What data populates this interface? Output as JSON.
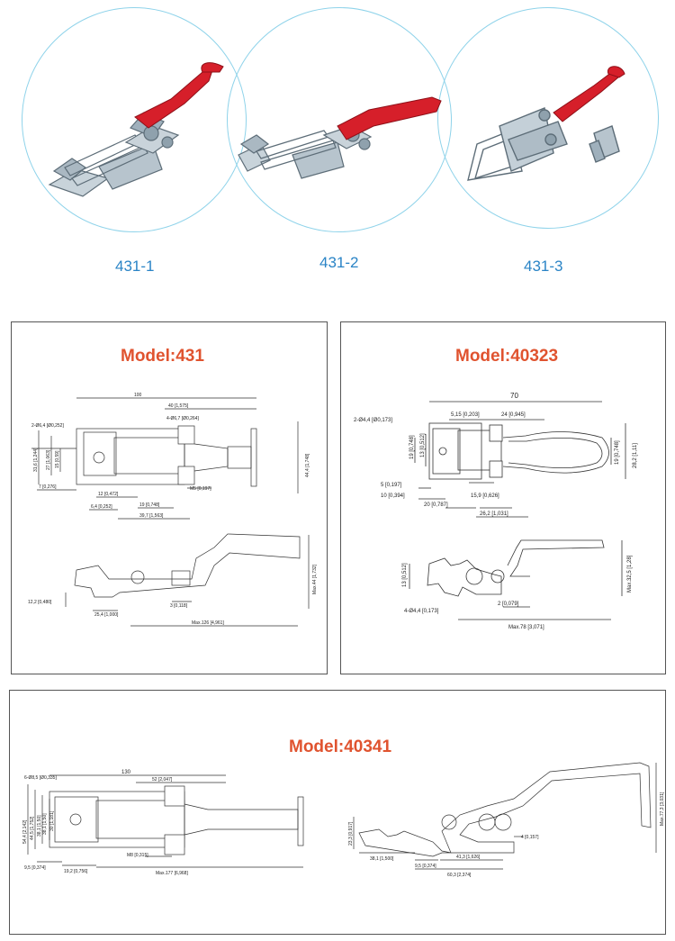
{
  "products": [
    {
      "label": "431-1"
    },
    {
      "label": "431-2"
    },
    {
      "label": "431-3"
    }
  ],
  "panels": {
    "model_431": {
      "title": "Model:431",
      "dims": {
        "d100": "100",
        "d40": "40 [1,575]",
        "hole2": "2-Ø6,4 [Ø0,252]",
        "hole4": "4-Ø6,7 [Ø0,264]",
        "h31": "31,6 [1,244]",
        "h27": "27 [1,063]",
        "h15": "15 [0,59]",
        "d7": "7 [0,276]",
        "d12": "12 [0,472]",
        "m5": "M5 [0,197]",
        "d64": "6,4 [0,252]",
        "d19": "19 [0,748]",
        "d397": "39,7 [1,563]",
        "h44": "44,4 [1,748]",
        "max44": "Max.44 [1,732]",
        "d122": "12,2 [0,480]",
        "d254": "25,4 [1,000]",
        "d3": "3 [0,118]",
        "max126": "Max.126 [4,961]"
      }
    },
    "model_40323": {
      "title": "Model:40323",
      "dims": {
        "d70": "70",
        "hole2": "2-Ø4,4 [Ø0,173]",
        "d515": "5,15 [0,203]",
        "d24": "24 [0,945]",
        "h19a": "19 [0,748]",
        "h13a": "13 [0,512]",
        "h19b": "19 [0,748]",
        "h282": "28,2 [1,11]",
        "d5": "5 [0,197]",
        "d10": "10 [0,394]",
        "d20": "20 [0,787]",
        "d159": "15,9 [0,626]",
        "d262": "26,2 [1,031]",
        "h13b": "13 [0,512]",
        "h325": "Max.32,5 [1,28]",
        "hole4": "4-Ø4,4 [0,173]",
        "d2": "2 [0,079]",
        "max78": "Max.78 [3,071]"
      }
    },
    "model_40341": {
      "title": "Model:40341",
      "dims": {
        "d130": "130",
        "d52": "52 [2,047]",
        "hole6": "6-Ø8,5 [Ø0,335]",
        "h544": "54,4 [2,142]",
        "h445": "44,5 [1,752]",
        "h381": "38,1 [1,50]",
        "h381b": "38,1 [1,50]",
        "h30": "30 [1,181]",
        "d95": "9,5 [0,374]",
        "d192": "19,2 [0,756]",
        "m8": "M8 [0,315]",
        "max177": "Max.177 [6,968]",
        "h233": "23,3 [0,917]",
        "d381": "38,1 [1,500]",
        "d95b": "9,5 [0,374]",
        "d413": "41,3 [1,626]",
        "d4": "4 [0,157]",
        "d603": "60,3 [2,374]",
        "max773": "Max.77,3 [3,031]"
      }
    }
  }
}
